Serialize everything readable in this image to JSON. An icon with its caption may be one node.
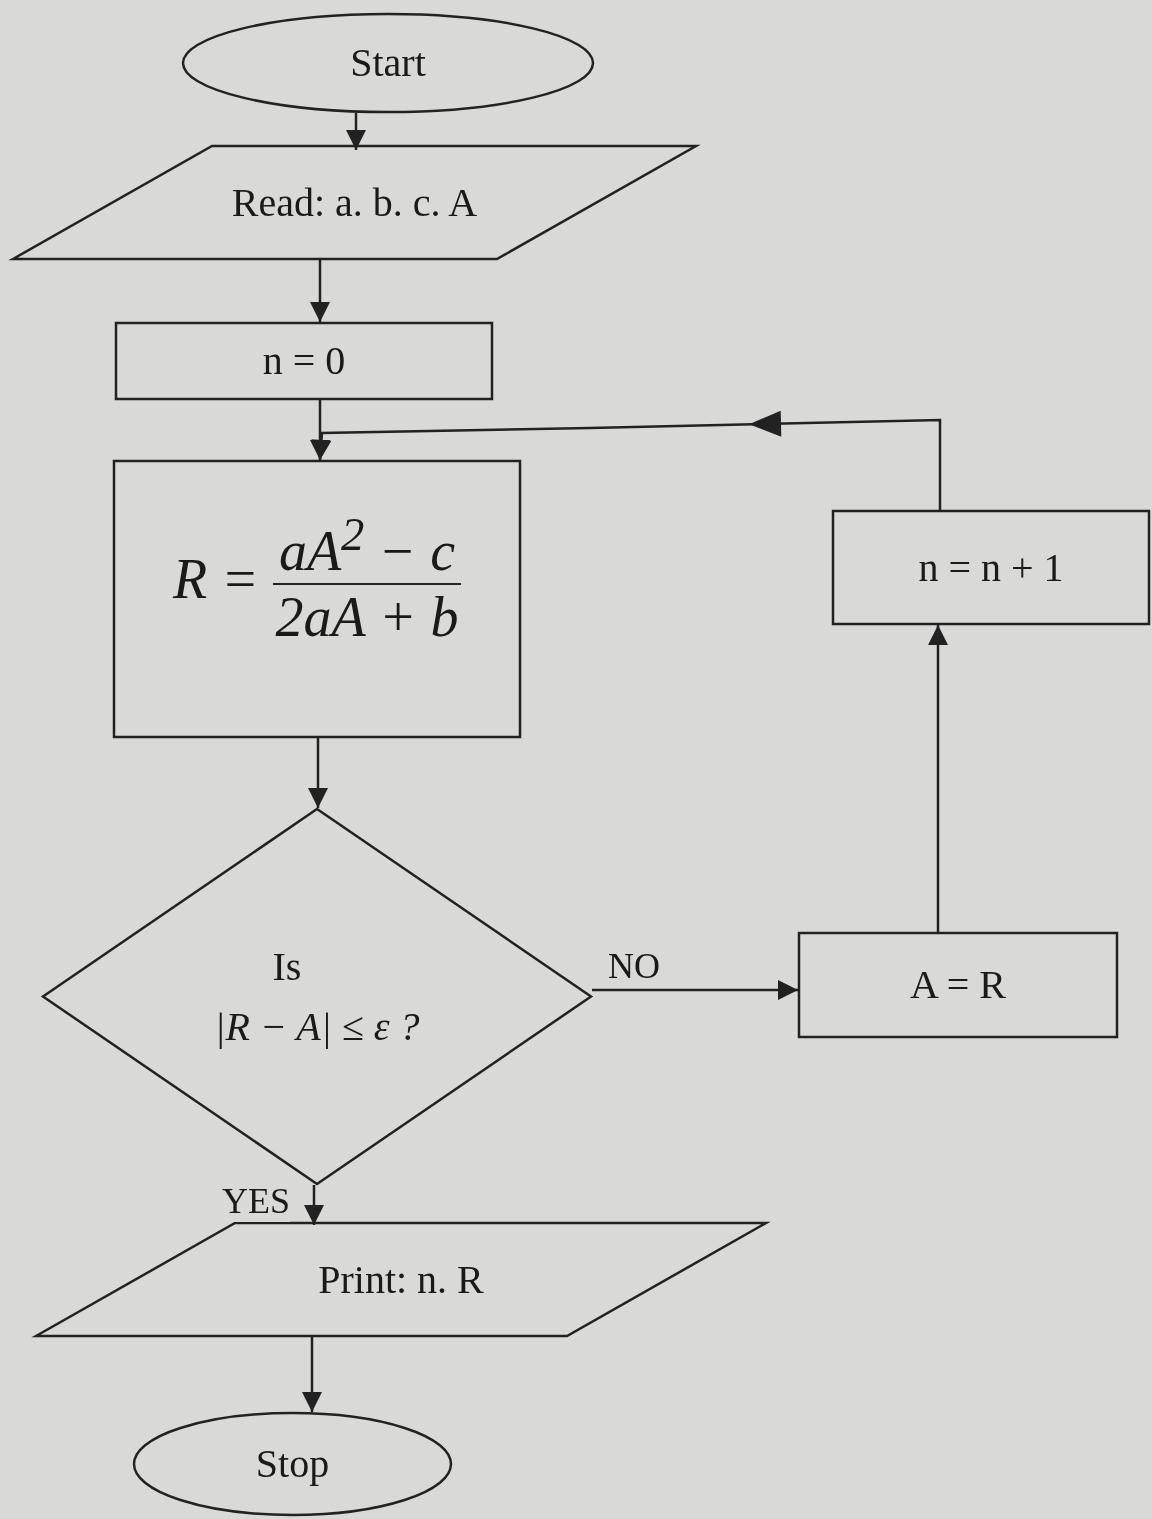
{
  "diagram": {
    "nodes": [
      {
        "text": [
          "Start"
        ]
      },
      {
        "text": [
          "Read: a. b. c. A"
        ]
      },
      {
        "text": [
          "n = 0"
        ]
      },
      {
        "text": [
          "R =",
          "aA$^{2}$ − c",
          "2aA + b"
        ]
      },
      {
        "text": [
          "Is",
          "|R − A| ≤ ε  ?"
        ]
      },
      {
        "text": [
          "Print: n. R"
        ]
      },
      {
        "text": [
          "Stop"
        ]
      },
      {
        "text": [
          "A = R"
        ]
      },
      {
        "text": [
          "n = n + 1"
        ]
      }
    ],
    "edges": [
      {
        "from": 0,
        "to": 1,
        "arrow": "to"
      },
      {
        "from": 1,
        "to": 2,
        "arrow": "to"
      },
      {
        "from": 2,
        "to": 3,
        "arrow": "to"
      },
      {
        "from": 3,
        "to": 4,
        "arrow": "to"
      },
      {
        "from": 4,
        "to": 5,
        "arrow": "to",
        "label": "YES"
      },
      {
        "from": 5,
        "to": 6,
        "arrow": "to"
      },
      {
        "from": 4,
        "to": 7,
        "arrow": "to",
        "label": "NO"
      },
      {
        "from": 7,
        "to": 8,
        "arrow": "to"
      },
      {
        "from": 8,
        "to": 3,
        "arrow": "to"
      }
    ]
  }
}
